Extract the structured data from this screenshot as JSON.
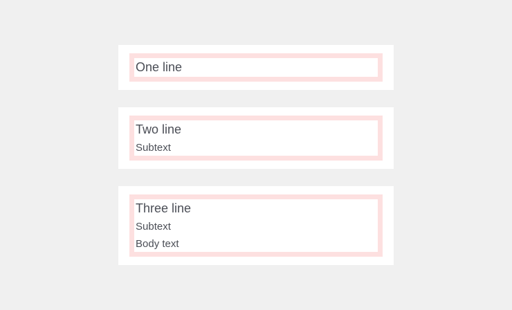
{
  "colors": {
    "background": "#f0f0f0",
    "card": "#ffffff",
    "padding_highlight": "#fde0e0",
    "text": "#4b4e56"
  },
  "items": [
    {
      "title": "One line"
    },
    {
      "title": "Two line",
      "subtext": "Subtext"
    },
    {
      "title": "Three line",
      "subtext": "Subtext",
      "body": "Body text"
    }
  ]
}
